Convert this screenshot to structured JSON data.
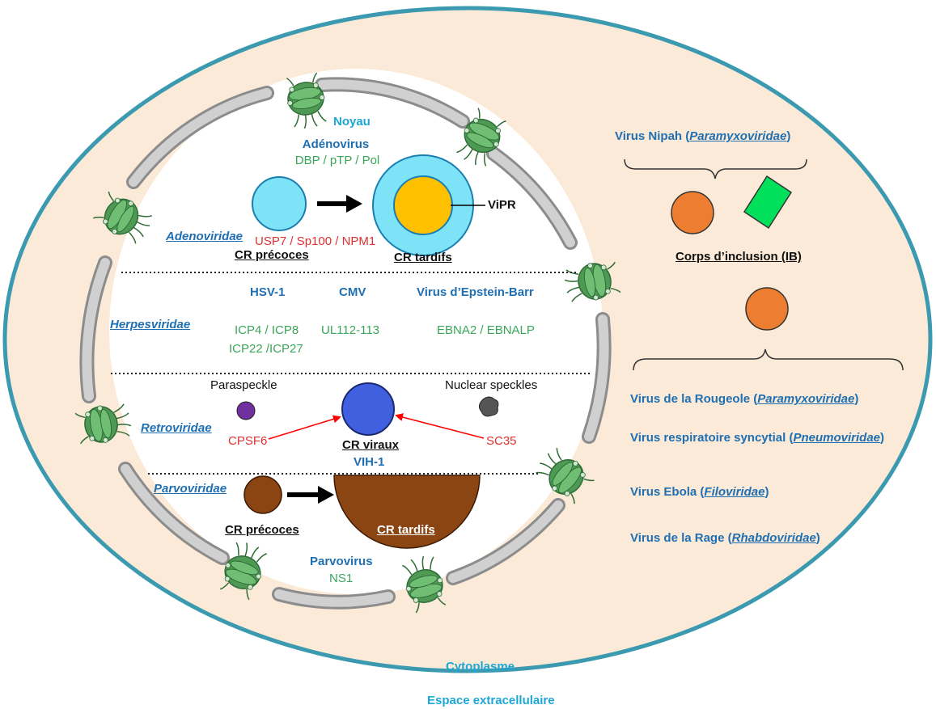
{
  "compartments": {
    "nucleus": "Noyau",
    "cytoplasm": "Cytoplasme",
    "extracellular": "Espace extracellulaire"
  },
  "adenoviridae": {
    "family": "Adenoviridae",
    "virus": "Adénovirus",
    "proteins": "DBP / pTP / Pol",
    "host_factors": "USP7 / Sp100 / NPM1",
    "early_label": "CR précoces",
    "late_label": "CR tardifs",
    "vipr_label": "ViPR"
  },
  "herpesviridae": {
    "family": "Herpesviridae",
    "hsv1": "HSV-1",
    "cmv": "CMV",
    "ebv": "Virus d’Epstein-Barr",
    "hsv1_proteins_1": "ICP4 / ICP8",
    "hsv1_proteins_2": "ICP22 /ICP27",
    "cmv_proteins": "UL112-113",
    "ebv_proteins": "EBNA2 / EBNALP"
  },
  "retroviridae": {
    "family": "Retroviridae",
    "paraspeckle": "Paraspeckle",
    "nuclear_speckles": "Nuclear speckles",
    "cpsf6": "CPSF6",
    "sc35": "SC35",
    "cr_label": "CR viraux",
    "virus": "VIH-1"
  },
  "parvoviridae": {
    "family": "Parvoviridae",
    "early_label": "CR précoces",
    "late_label": "CR tardifs",
    "virus": "Parvovirus",
    "protein": "NS1"
  },
  "cytoplasmic": {
    "nipah_prefix": "Virus Nipah (",
    "nipah_family": "Paramyxoviridae",
    "nipah_suffix": ")",
    "ib_label": "Corps d’inclusion (IB)",
    "viruses": [
      {
        "prefix": "Virus de la Rougeole (",
        "family": "Paramyxoviridae",
        "suffix": ")"
      },
      {
        "prefix": "Virus respiratoire syncytial (",
        "family": "Pneumoviridae",
        "suffix": ")"
      },
      {
        "prefix": "Virus Ebola (",
        "family": "Filoviridae",
        "suffix": ")"
      },
      {
        "prefix": "Virus de la Rage (",
        "family": "Rhabdoviridae",
        "suffix": ")"
      }
    ]
  },
  "colors": {
    "cell_fill": "#fbead7",
    "cell_stroke": "#3c9ab0",
    "envelope": "#c8c8c8",
    "early_cr": "#7fe3f7",
    "late_outer": "#7fe3f7",
    "late_inner": "#ffc000",
    "ib_orange": "#ed7d31",
    "ib_green": "#00e05a",
    "paraspeckle": "#7030a0",
    "hiv_cr": "#4060e0",
    "speckle": "#555555",
    "parvo": "#8b4513",
    "pore": "#4e9a55",
    "text_blue": "#1f6fb2",
    "text_green": "#3aa65a",
    "text_red": "#e03030"
  }
}
